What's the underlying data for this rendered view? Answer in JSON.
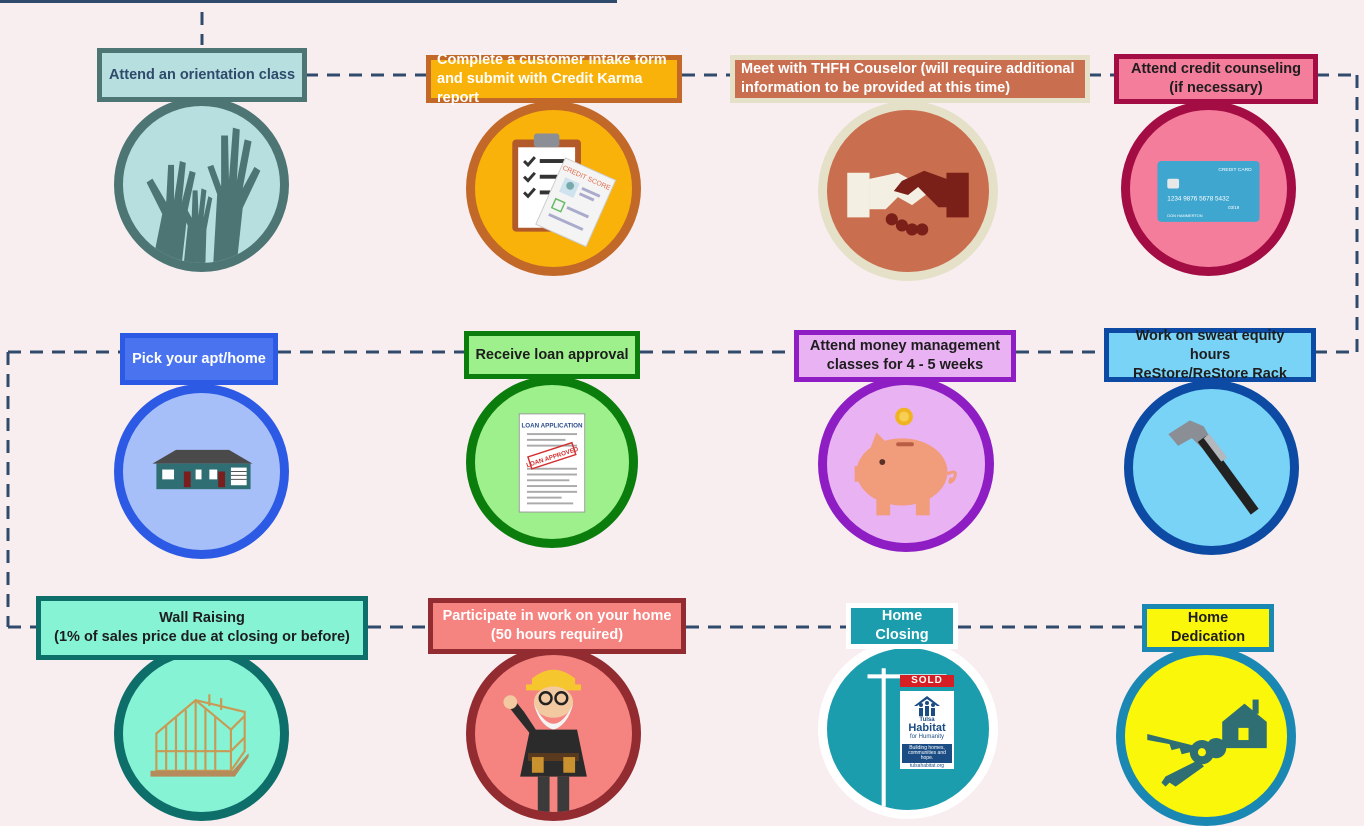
{
  "colors": {
    "connector": "#2f4a6b",
    "background": "#f8eef0"
  },
  "steps": [
    {
      "label": "Attend an orientation class",
      "icon": "raised-hands-icon",
      "fill": "#b7dfe0",
      "border": "#4d7574"
    },
    {
      "label": "Complete a customer intake form\nand submit with Credit Karma report",
      "icon": "credit-score-clipboard-icon",
      "fill": "#f9b20a",
      "border": "#c2692a"
    },
    {
      "label": "Meet with THFH Couselor (will require additional\ninformation to be provided at this time)",
      "icon": "handshake-icon",
      "fill": "#c96e4f",
      "border": "#e5e1c8"
    },
    {
      "label": "Attend credit counseling\n(if necessary)",
      "icon": "credit-card-icon",
      "fill": "#f47d9b",
      "border": "#a30d43"
    },
    {
      "label": "Work on sweat equity hours\nReStore/ReStore Rack",
      "icon": "hammer-icon",
      "fill": "#79d3f7",
      "border": "#0c4aa3"
    },
    {
      "label": "Attend money management\nclasses for 4 - 5 weeks",
      "icon": "piggy-bank-icon",
      "fill": "#e9b2f3",
      "border": "#8e1ec4"
    },
    {
      "label": "Receive loan approval",
      "icon": "loan-application-icon",
      "fill": "#9ef08c",
      "border": "#0b7d0d"
    },
    {
      "label": "Pick your apt/home",
      "icon": "house-icon",
      "fill": "#a7bff9",
      "border": "#2d5ae4"
    },
    {
      "label": "Wall Raising\n(1% of sales price due at closing or before)",
      "icon": "house-frame-icon",
      "fill": "#86f3d5",
      "border": "#0e6e6a"
    },
    {
      "label": "Participate in work on your home\n(50 hours required)",
      "icon": "builder-mascot-icon",
      "fill": "#f58480",
      "border": "#922c31"
    },
    {
      "label": "Home Closing",
      "icon": "sold-sign-icon",
      "fill": "#1c9dad",
      "border": "#ffffff"
    },
    {
      "label": "Home Dedication",
      "icon": "house-keys-icon",
      "fill": "#fbf70b",
      "border": "#1b88b4"
    }
  ],
  "icon_text": {
    "credit_score": "CREDIT SCORE",
    "card_title": "CREDIT CARD",
    "card_number": "1234  9876  5678  5432",
    "card_valid": "03/19",
    "card_holder": "DON HAMMERTON",
    "loan_title": "LOAN APPLICATION",
    "loan_stamp": "LOAN APPROVED",
    "sold": "SOLD",
    "habitat_city": "Tulsa",
    "habitat_name": "Habitat",
    "habitat_sub": "for Humanity",
    "habitat_tagline": "Building homes, communities and hope.",
    "habitat_url": "tulsahabitat.org"
  }
}
